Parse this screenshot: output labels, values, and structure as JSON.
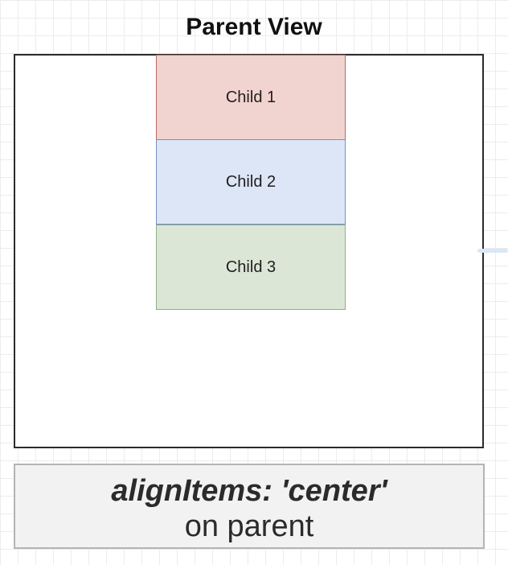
{
  "diagram": {
    "title": "Parent View",
    "children": [
      {
        "label": "Child 1",
        "fill": "#f1d4cf",
        "stroke": "#b86a63"
      },
      {
        "label": "Child 2",
        "fill": "#dde6f7",
        "stroke": "#7a8ec2"
      },
      {
        "label": "Child 3",
        "fill": "#dce6d7",
        "stroke": "#8fb082"
      }
    ]
  },
  "caption": {
    "code": "alignItems: 'center'",
    "subtext": "on parent"
  }
}
